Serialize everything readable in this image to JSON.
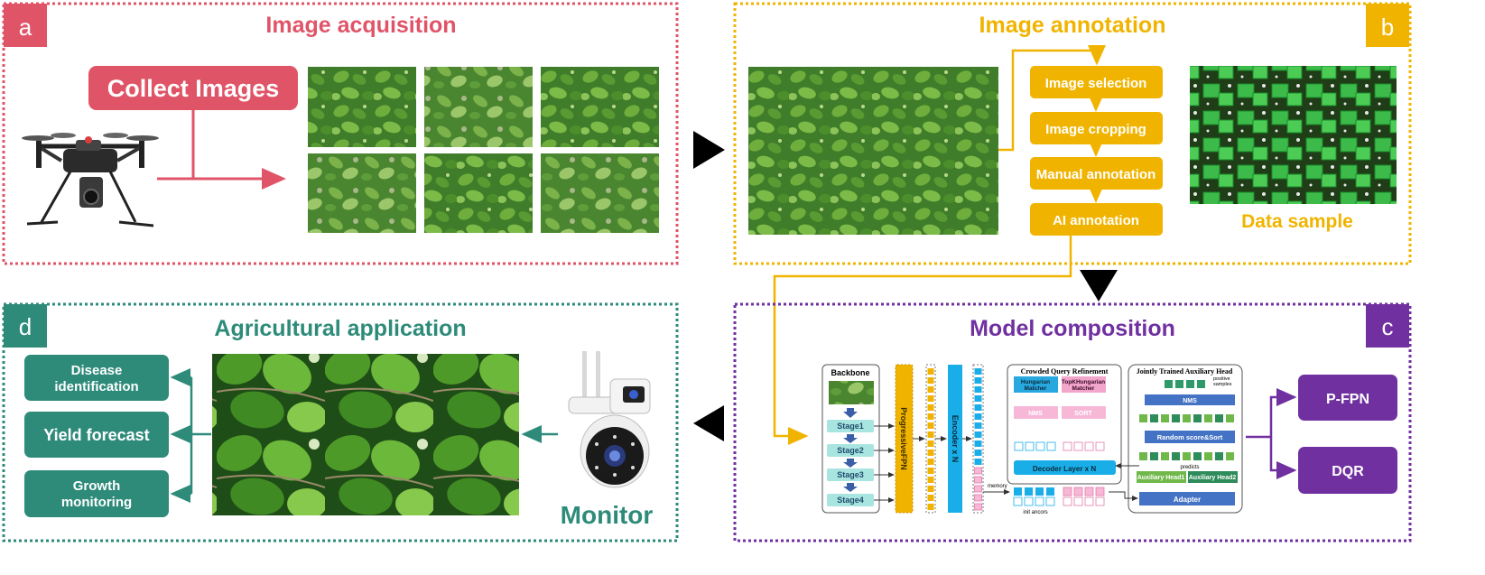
{
  "colors": {
    "panel_a": "#e05468",
    "panel_b": "#f0b400",
    "panel_c": "#7030a0",
    "panel_d": "#2e8b7a",
    "stage": "#a8e4e0",
    "fpn": "#f0b400",
    "encoder": "#1aaee8",
    "matcher_blue": "#29a8e0",
    "matcher_pink": "#f2a6cc",
    "nms_pink": "#f7b8d8",
    "green": "#5fba4a",
    "navy": "#4472c4"
  },
  "panels": {
    "a": {
      "letter": "a",
      "title": "Image acquisition",
      "collect_label": "Collect Images",
      "drone_icon": "drone-icon"
    },
    "b": {
      "letter": "b",
      "title": "Image annotation",
      "steps": [
        "Image selection",
        "Image cropping",
        "Manual annotation",
        "AI annotation"
      ],
      "sample_label": "Data sample"
    },
    "c": {
      "letter": "c",
      "title": "Model composition",
      "backbone_title": "Backbone",
      "stages": [
        "Stage1",
        "Stage2",
        "Stage3",
        "Stage4"
      ],
      "fpn_label": "ProgressiveFPN",
      "encoder_label": "Encoder x N",
      "memory_label": "memory",
      "cqr_title": "Crowded Query Refinement",
      "hungarian_label": "Hungarian Matcher",
      "topk_label": "TopKHungarian Matcher",
      "nms_label": "NMS",
      "sort_label": "SORT",
      "decoder_label": "Decoder Layer x N",
      "init_label": "init ancors",
      "aux_title": "Jointly Trained Auxiliary Head",
      "positive_label": "positive samples",
      "aux_nms_label": "NMS",
      "random_label": "Random score&Sort",
      "predicts_label": "predicts",
      "aux_head1": "Auxiliary Head1",
      "aux_head2": "Auxiliary Head2",
      "adapter_label": "Adapter",
      "outputs": [
        "P-FPN",
        "DQR"
      ]
    },
    "d": {
      "letter": "d",
      "title": "Agricultural application",
      "apps": [
        "Disease identification",
        "Yield forecast",
        "Growth monitoring"
      ],
      "monitor_label": "Monitor",
      "camera_icon": "camera-icon"
    }
  }
}
